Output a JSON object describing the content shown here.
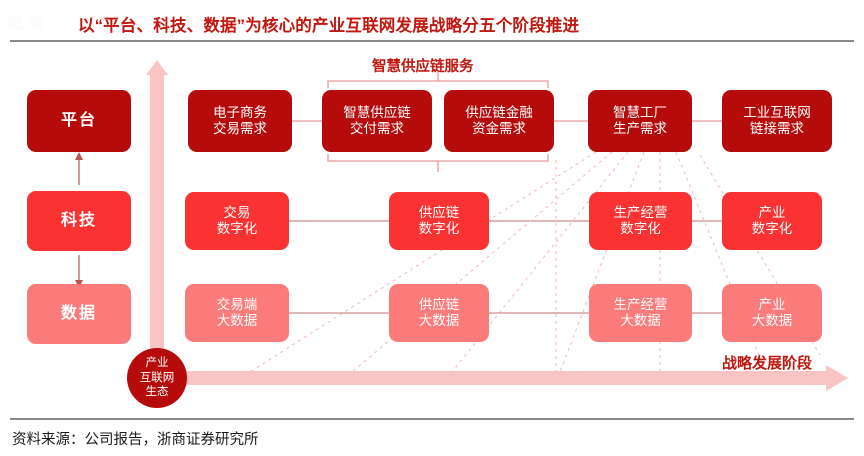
{
  "header": {
    "watermark": "图  表：",
    "title": "以“平台、科技、数据”为核心的产业互联网发展战略分五个阶段推进"
  },
  "footer": {
    "source": "资料来源：公司报告，浙商证券研究所"
  },
  "colors": {
    "platform": "#B60B0B",
    "tech": "#FA3232",
    "data": "#FB7A7A",
    "title_red": "#C0170F",
    "pale_arrow": "#FBC4C4",
    "connector": "#E79A9A",
    "dotted": "#F3B6B6"
  },
  "axes": {
    "vertical_arrow_name": "capability-up-arrow",
    "horizontal_arrow_name": "stage-right-arrow",
    "horizontal_label": "战略发展阶段"
  },
  "bracket": {
    "label": "智慧供应链服务"
  },
  "ecosystem": {
    "label": "产业\n互联网\n生态"
  },
  "levels": [
    {
      "key": "platform",
      "label": "平台"
    },
    {
      "key": "tech",
      "label": "科技"
    },
    {
      "key": "data",
      "label": "数据"
    }
  ],
  "stages": [
    {
      "key": "stage1",
      "label": "电子商务\n交易需求"
    },
    {
      "key": "stage2",
      "label": "智慧供应链\n交付需求"
    },
    {
      "key": "stage3",
      "label": "供应链金融\n资金需求"
    },
    {
      "key": "stage4",
      "label": "智慧工厂\n生产需求"
    },
    {
      "key": "stage5",
      "label": "工业互联网\n链接需求"
    }
  ],
  "rows": {
    "platform": [
      {
        "label": "电子商务\n交易需求"
      },
      {
        "label": "智慧供应链\n交付需求"
      },
      {
        "label": "供应链金融\n资金需求"
      },
      {
        "label": "智慧工厂\n生产需求"
      },
      {
        "label": "工业互联网\n链接需求"
      }
    ],
    "tech": [
      {
        "label": "交易\n数字化"
      },
      {
        "label": "供应链\n数字化"
      },
      {
        "label": "生产经营\n数字化"
      },
      {
        "label": "产业\n数字化"
      }
    ],
    "data": [
      {
        "label": "交易端\n大数据"
      },
      {
        "label": "供应链\n大数据"
      },
      {
        "label": "生产经营\n大数据"
      },
      {
        "label": "产业\n大数据"
      }
    ]
  }
}
